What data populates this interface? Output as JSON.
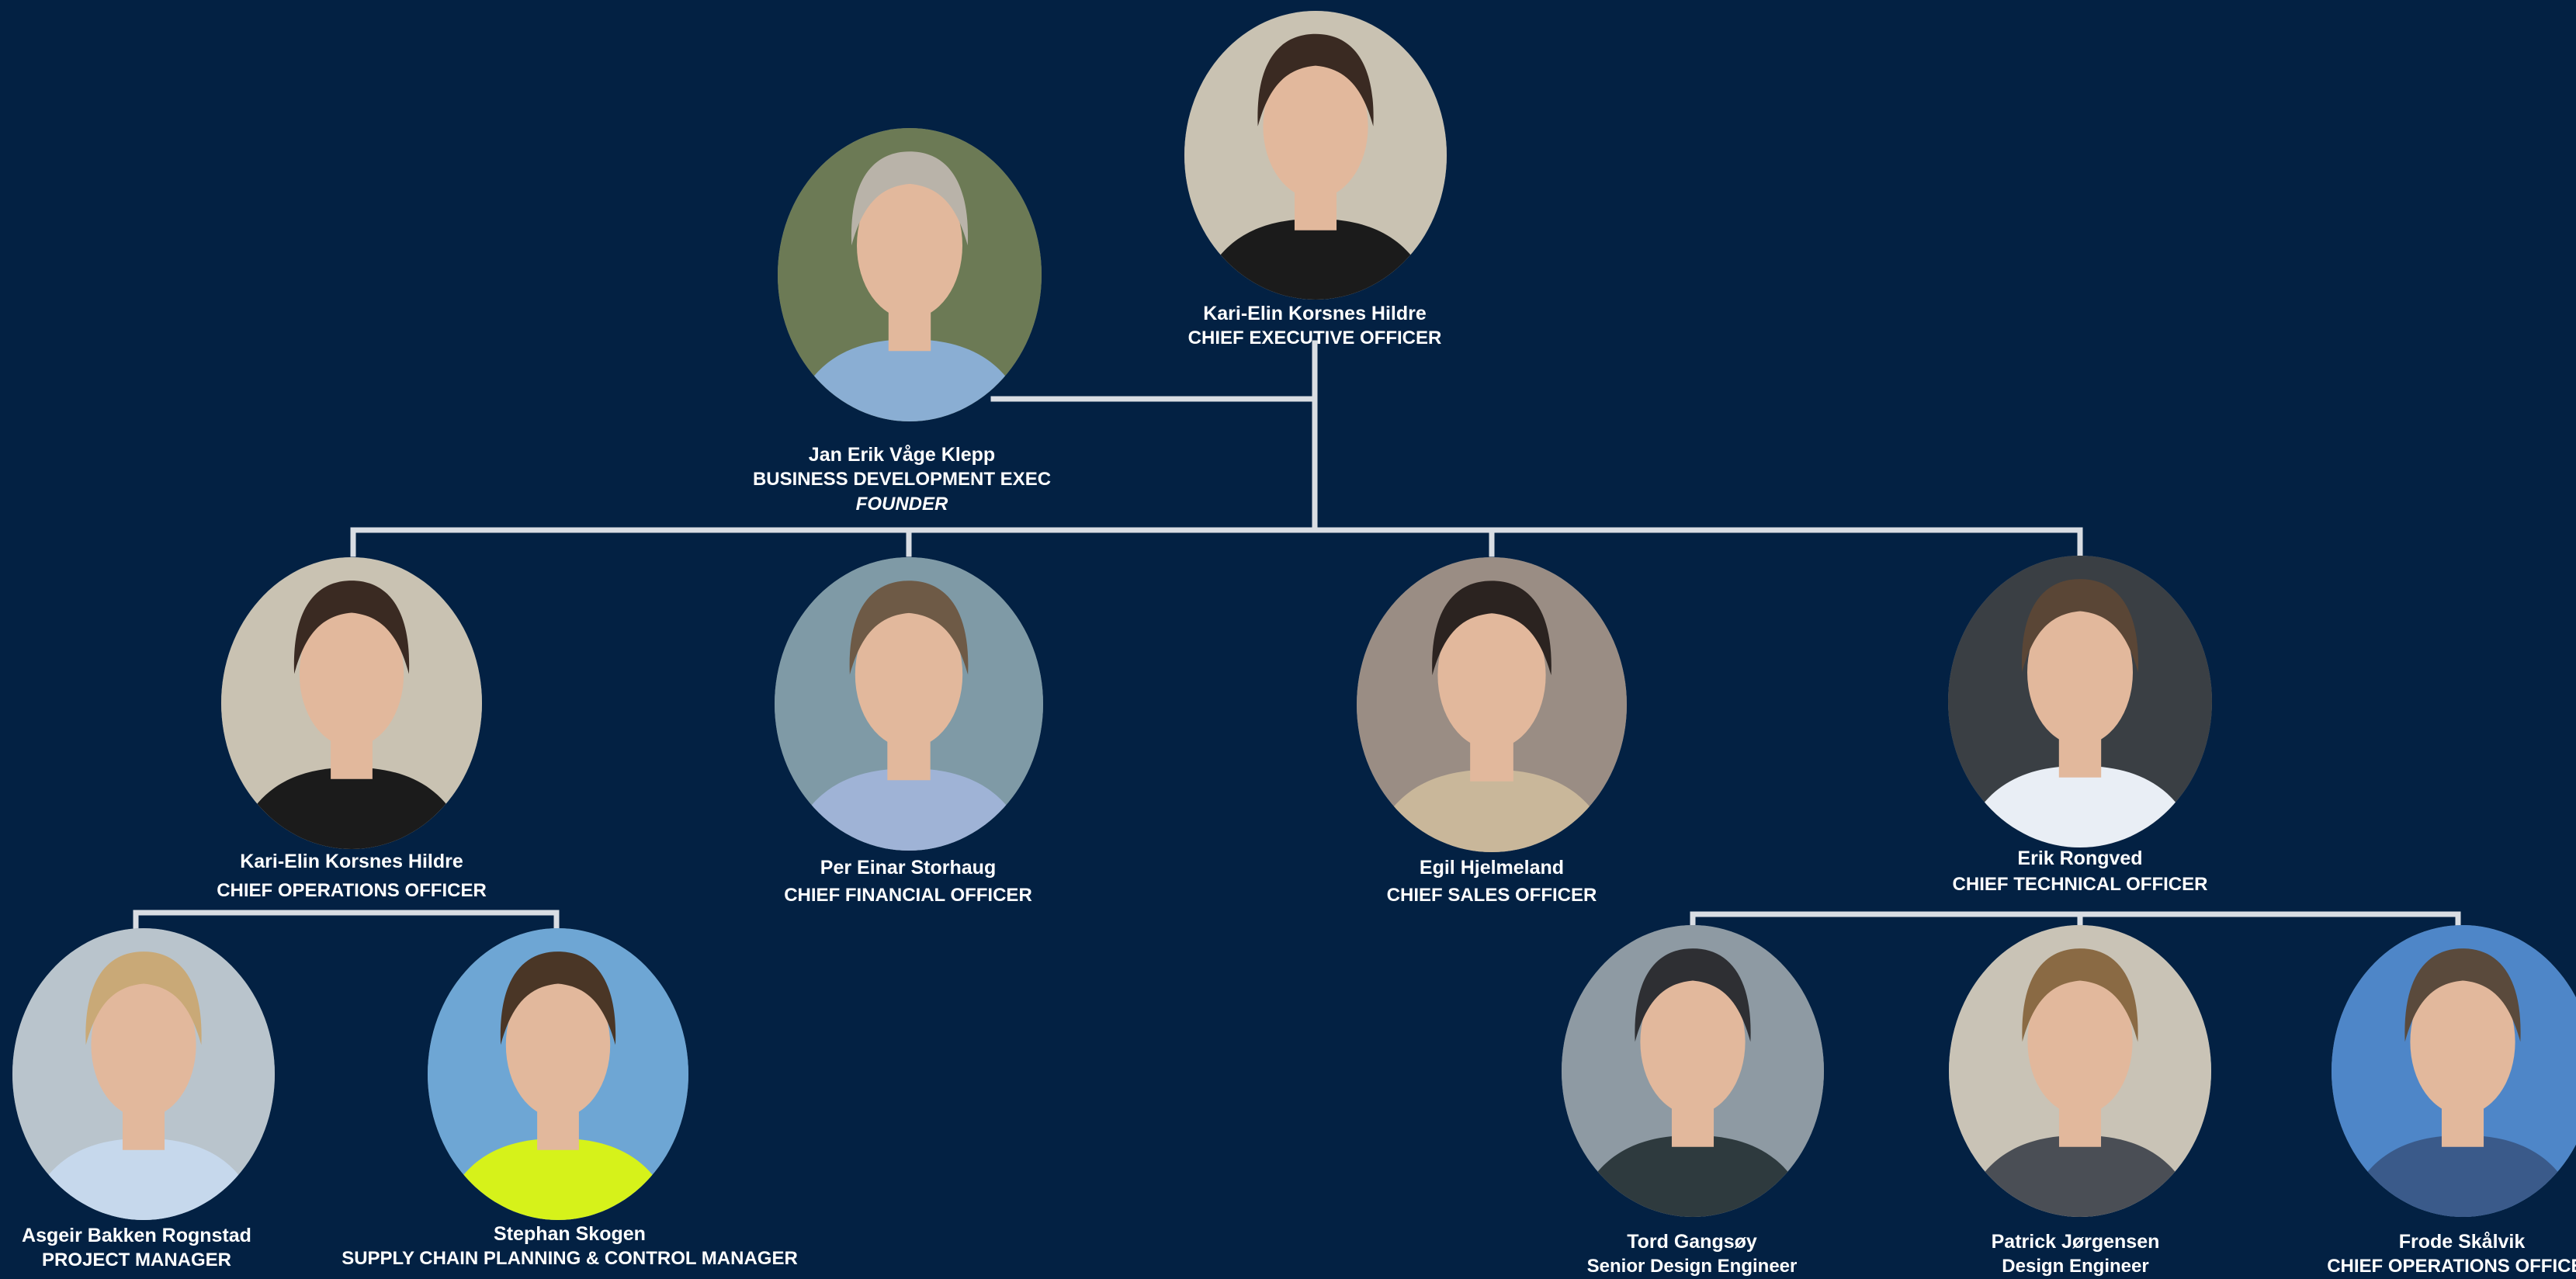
{
  "people": {
    "ceo": {
      "name": "Kari-Elin Korsnes Hildre",
      "title": "CHIEF EXECUTIVE OFFICER",
      "hair": "#3a2a22",
      "shirt": "#1b1b1b",
      "bg": "#c9c2b2"
    },
    "founder": {
      "name": "Jan Erik Våge Klepp",
      "title": "BUSINESS DEVELOPMENT EXEC",
      "extra": "FOUNDER",
      "hair": "#b9b3a9",
      "shirt": "#8aaed3",
      "bg": "#6c7a55"
    },
    "coo": {
      "name": "Kari-Elin Korsnes Hildre",
      "title": "CHIEF OPERATIONS OFFICER",
      "hair": "#3a2a22",
      "shirt": "#1b1b1b",
      "bg": "#c9c2b2"
    },
    "cfo": {
      "name": "Per Einar Storhaug",
      "title": "CHIEF FINANCIAL OFFICER",
      "hair": "#6e5a46",
      "shirt": "#9fb3d6",
      "bg": "#7f9aa6"
    },
    "cso": {
      "name": "Egil Hjelmeland",
      "title": "CHIEF SALES OFFICER",
      "hair": "#2b2320",
      "shirt": "#c9b79a",
      "bg": "#9a8d84"
    },
    "cto": {
      "name": "Erik Rongved",
      "title": "CHIEF TECHNICAL OFFICER",
      "hair": "#5a4636",
      "shirt": "#e9eef5",
      "bg": "#3a3f44"
    },
    "pm": {
      "name": "Asgeir Bakken Rognstad",
      "title": "PROJECT MANAGER",
      "hair": "#c9a977",
      "shirt": "#c6d8ec",
      "bg": "#b9c4cc"
    },
    "scm": {
      "name": "Stephan Skogen",
      "title": "SUPPLY CHAIN PLANNING & CONTROL MANAGER",
      "hair": "#4a3626",
      "shirt": "#d6f21a",
      "bg": "#6ea6d4"
    },
    "sde": {
      "name": "Tord Gangsøy",
      "title": "Senior Design Engineer",
      "hair": "#2e2f33",
      "shirt": "#2e3a3e",
      "bg": "#8e9aa3"
    },
    "de": {
      "name": "Patrick Jørgensen",
      "title": "Design Engineer",
      "hair": "#8a6a44",
      "shirt": "#4a4e55",
      "bg": "#c9c3b6"
    },
    "coo2": {
      "name": "Frode Skålvik",
      "title": "CHIEF OPERATIONS OFFICER",
      "hair": "#5a4a3c",
      "shirt": "#3a5a8a",
      "bg": "#4e86c8"
    }
  },
  "colors": {
    "background": "#032143",
    "connector": "#d9dde3",
    "text": "#ffffff",
    "skin": "#e2b89c"
  }
}
